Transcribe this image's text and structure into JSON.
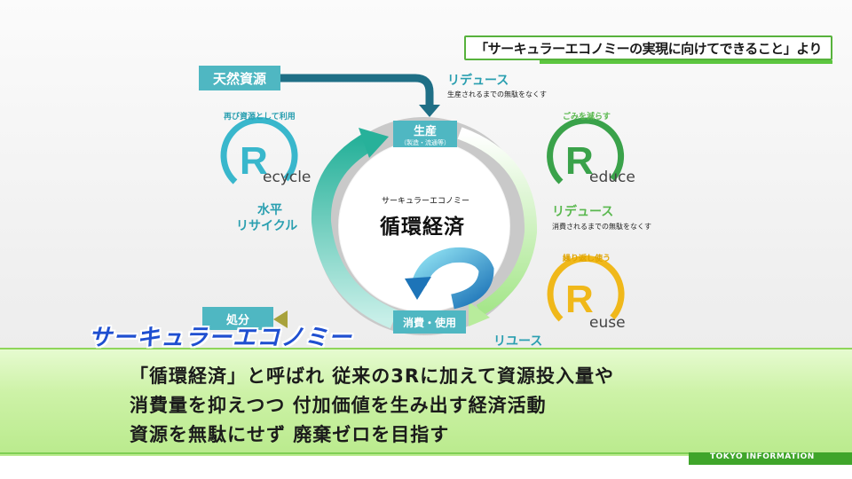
{
  "source_caption": "「サーキュラーエコノミーの実現に向けてできること」より",
  "diagram": {
    "top_left_box": "天然資源",
    "top_arrow_label": "リデュース",
    "top_arrow_note": "生産されるまでの無駄をなくす",
    "production_box": "生産",
    "production_sub": "（製造・流通等）",
    "center_small": "サーキュラーエコノミー",
    "center_title": "循環経済",
    "consumption_box": "消費・使用",
    "disposal_box": "処分",
    "left_label_1": "水平",
    "left_label_2": "リサイクル",
    "right_label": "リデュース",
    "right_note": "消費されるまでの無駄をなくす",
    "bottom_label": "リユース",
    "recycle": {
      "caption": "再び資源として利用",
      "word": "ecycle"
    },
    "reduce": {
      "caption": "ごみを減らす",
      "word": "educe"
    },
    "reuse": {
      "caption": "繰り返し使う",
      "word": "euse"
    }
  },
  "subtitle": {
    "heading": "サーキュラーエコノミー",
    "line1": "「循環経済」と呼ばれ 従来の3Rに加えて資源投入量や",
    "line2": "消費量を抑えつつ 付加価値を生み出す経済活動",
    "line3": "資源を無駄にせず 廃棄ゼロを目指す"
  },
  "footer": {
    "brand": "TOKYO INFORMATION"
  },
  "colors": {
    "teal": "#4fb7c2",
    "green": "#5ab84f",
    "yellow": "#f0b81a",
    "blue": "#1f4fd0"
  }
}
